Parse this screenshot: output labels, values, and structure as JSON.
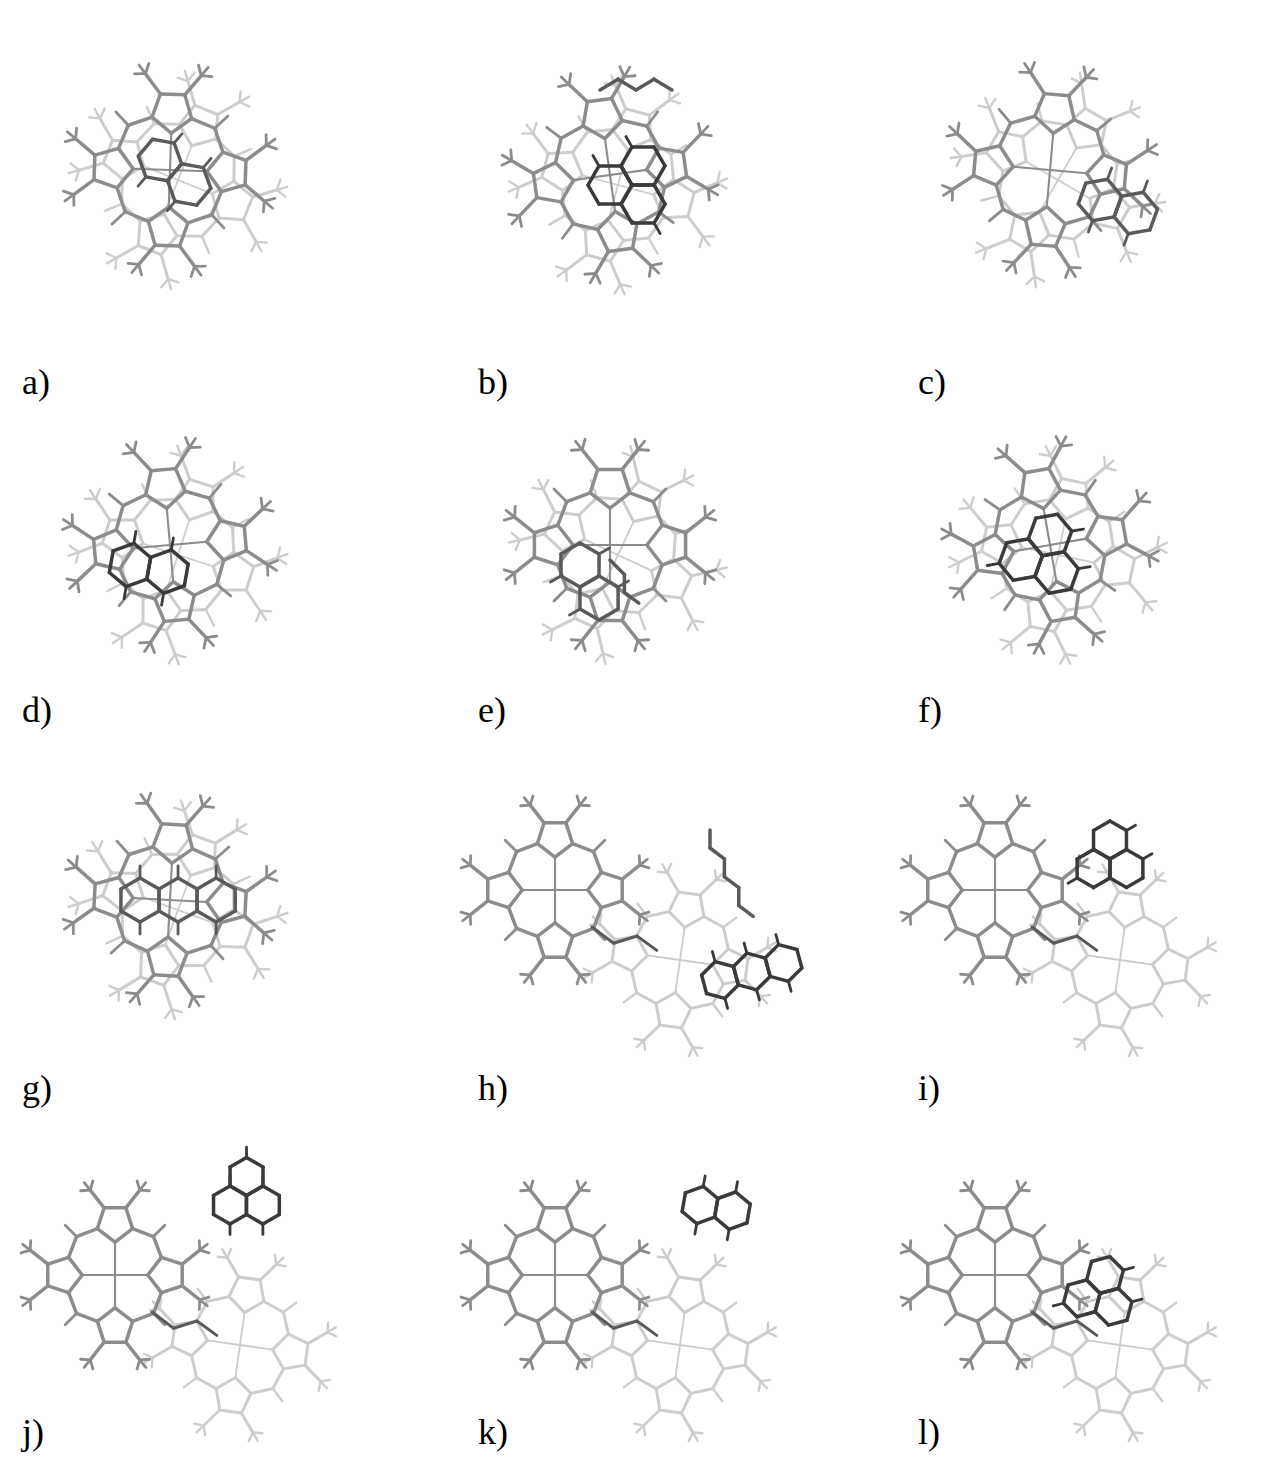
{
  "diagram": {
    "labels": [
      "a)",
      "b)",
      "c)",
      "d)",
      "e)",
      "f)",
      "g)",
      "h)",
      "i)",
      "j)",
      "k)",
      "l)"
    ]
  }
}
